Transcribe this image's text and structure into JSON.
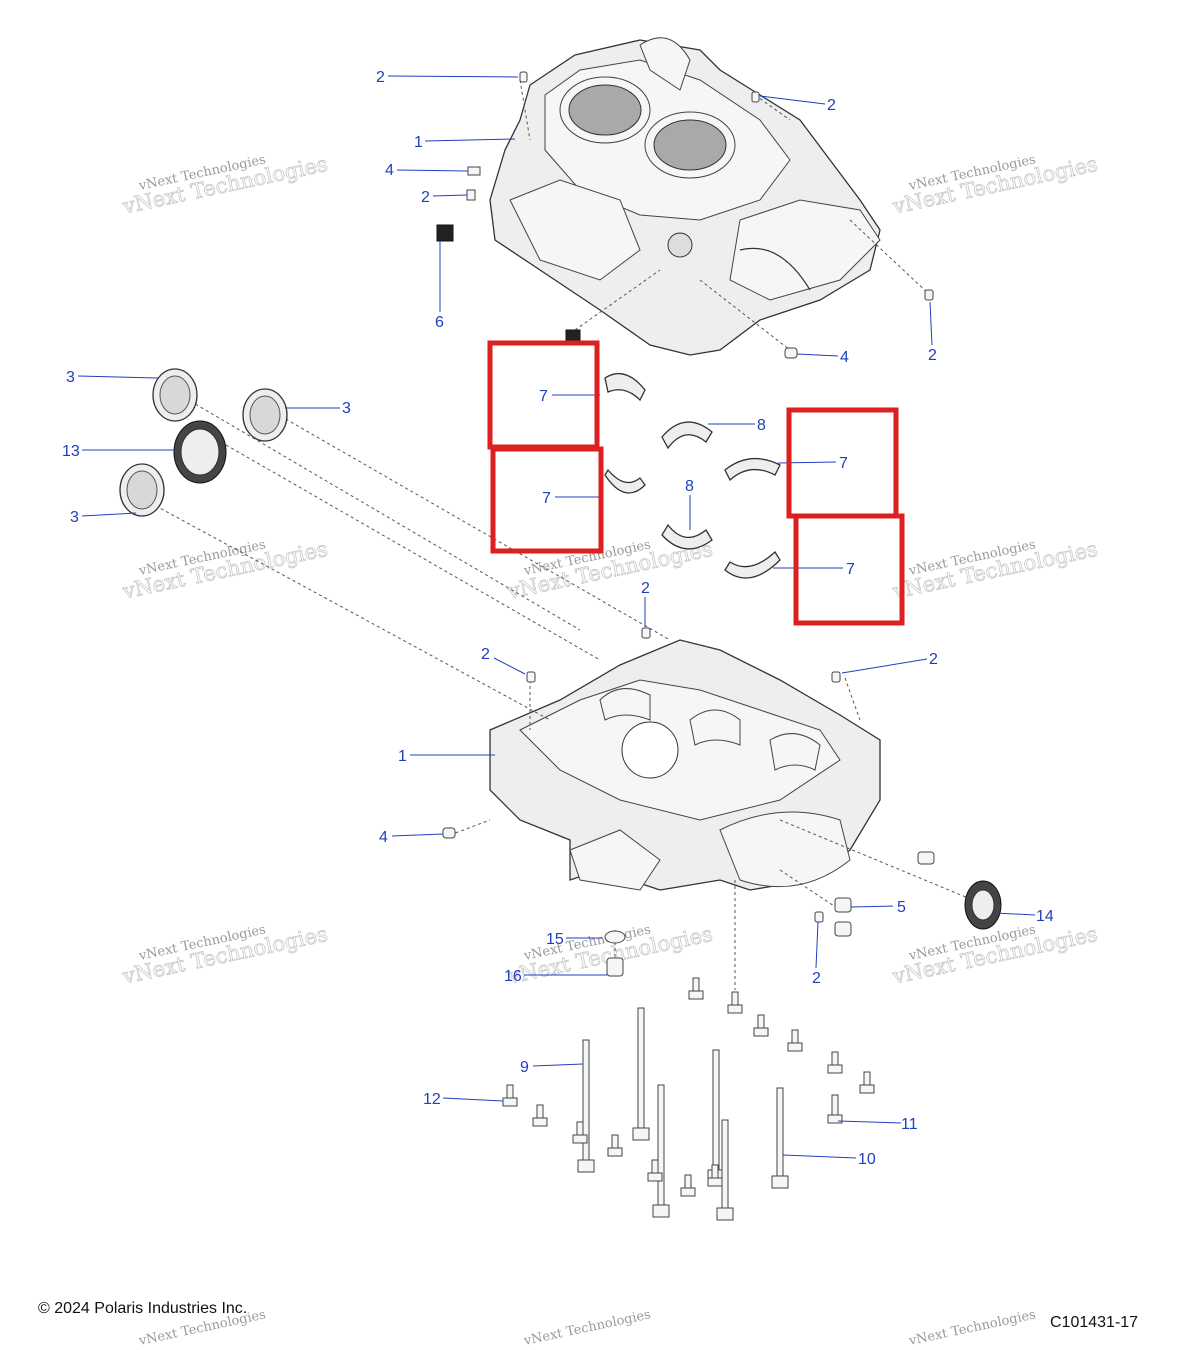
{
  "footer": {
    "copyright": "© 2024 Polaris Industries Inc.",
    "figure_id": "C101431-17"
  },
  "watermark": {
    "line1": "vNext Technologies",
    "line2": "vNext Technologies"
  },
  "callouts": [
    {
      "id": "c2a",
      "label": "2"
    },
    {
      "id": "c2b",
      "label": "2"
    },
    {
      "id": "c1a",
      "label": "1"
    },
    {
      "id": "c4a",
      "label": "4"
    },
    {
      "id": "c2c",
      "label": "2"
    },
    {
      "id": "c6",
      "label": "6"
    },
    {
      "id": "c2d",
      "label": "2"
    },
    {
      "id": "c4b",
      "label": "4"
    },
    {
      "id": "c3a",
      "label": "3"
    },
    {
      "id": "c3b",
      "label": "3"
    },
    {
      "id": "c13",
      "label": "13"
    },
    {
      "id": "c3c",
      "label": "3"
    },
    {
      "id": "c7a",
      "label": "7"
    },
    {
      "id": "c8a",
      "label": "8"
    },
    {
      "id": "c7b",
      "label": "7"
    },
    {
      "id": "c8b",
      "label": "8"
    },
    {
      "id": "c7c",
      "label": "7"
    },
    {
      "id": "c7d",
      "label": "7"
    },
    {
      "id": "c2e",
      "label": "2"
    },
    {
      "id": "c2f",
      "label": "2"
    },
    {
      "id": "c2g",
      "label": "2"
    },
    {
      "id": "c1b",
      "label": "1"
    },
    {
      "id": "c4c",
      "label": "4"
    },
    {
      "id": "c5",
      "label": "5"
    },
    {
      "id": "c14",
      "label": "14"
    },
    {
      "id": "c15",
      "label": "15"
    },
    {
      "id": "c16",
      "label": "16"
    },
    {
      "id": "c2h",
      "label": "2"
    },
    {
      "id": "c9",
      "label": "9"
    },
    {
      "id": "c12",
      "label": "12"
    },
    {
      "id": "c11",
      "label": "11"
    },
    {
      "id": "c10",
      "label": "10"
    }
  ],
  "highlight_color": "#dd1f1f",
  "callout_color": "#1f3fbf"
}
